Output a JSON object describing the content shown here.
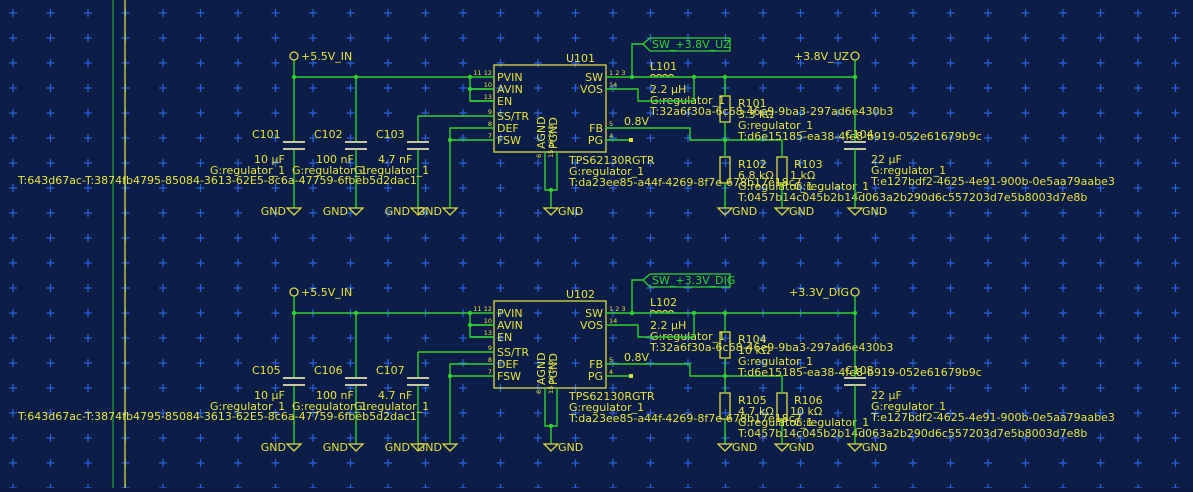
{
  "schematic": {
    "grid_color": "#2a5fd0",
    "background_color": "#0c1d48",
    "wire_color": "#2ed12e",
    "text_color": "#e6e63a",
    "blocks": [
      {
        "input_net": "+5.5V_IN",
        "output_net": "+3.8V_UZ",
        "sw_net_label": "SW_+3.8V_UZ",
        "fb_voltage": "0.8V",
        "ic": {
          "ref": "U101",
          "part": "TPS62130RGTR",
          "group": "G:regulator_1",
          "tag": "T:da23ee85-a44f-4269-8f7e-678b17e18c7",
          "left_pins": [
            {
              "num": "11 12",
              "name": "PVIN"
            },
            {
              "num": "10",
              "name": "AVIN"
            },
            {
              "num": "13",
              "name": "EN"
            },
            {
              "num": "9",
              "name": "SS/TR"
            },
            {
              "num": "8",
              "name": "DEF"
            },
            {
              "num": "7",
              "name": "FSW"
            }
          ],
          "right_pins": [
            {
              "num": "1 2 3",
              "name": "SW"
            },
            {
              "num": "14",
              "name": "VOS"
            },
            {
              "num": "5",
              "name": "FB"
            },
            {
              "num": "4",
              "name": "PG"
            }
          ],
          "bottom_pins": [
            {
              "num": "6",
              "name": "AGND"
            },
            {
              "num": "15 16 PAD",
              "name": "PGND"
            }
          ]
        },
        "inductor": {
          "ref": "L101",
          "value": "2.2 µH",
          "group": "G:regulator_1",
          "tag": "T:32a6f30a-6c68-46e9-9ba3-297ad6e430b3"
        },
        "input_caps": [
          {
            "ref": "C101",
            "value": "10 µF",
            "group": "G:regulator_1"
          },
          {
            "ref": "C102",
            "value": "100 nF",
            "group": "G:regulator_1"
          },
          {
            "ref": "C103",
            "value": "4.7 nF",
            "group": "G:regulator_1"
          }
        ],
        "input_caps_tag_overlap": "T:643d67ac-T:3874fb4795-85084-3613-62E5-8c6a-47759-6fbeb5d2dac1",
        "resistors": [
          {
            "ref": "R101",
            "value": "3.3 kΩ",
            "group": "G:regulator_1",
            "tag": "T:d6e15185-ea38-4fe8-b919-052e61679b9c"
          },
          {
            "ref": "R102",
            "value": "6.8 kΩ",
            "group": "G:regulator_1"
          },
          {
            "ref": "R103",
            "value": "1 kΩ",
            "group": "G:regulator_1"
          }
        ],
        "resistors_tag_overlap": "T:0457b14c045b2b14d063a2b290d6c557203d7e5b8003d7e8b",
        "output_cap": {
          "ref": "C104",
          "value": "22 µF",
          "group": "G:regulator_1",
          "tag": "T:e127bdf2-4625-4e91-900b-0e5aa79aabe3"
        },
        "gnd_label": "GND"
      },
      {
        "input_net": "+5.5V_IN",
        "output_net": "+3.3V_DIG",
        "sw_net_label": "SW_+3.3V_DIG",
        "fb_voltage": "0.8V",
        "ic": {
          "ref": "U102",
          "part": "TPS62130RGTR",
          "group": "G:regulator_1",
          "tag": "T:da23ee85-a44f-4269-8f7e-678b17e18c7",
          "left_pins": [
            {
              "num": "11 12",
              "name": "PVIN"
            },
            {
              "num": "10",
              "name": "AVIN"
            },
            {
              "num": "13",
              "name": "EN"
            },
            {
              "num": "9",
              "name": "SS/TR"
            },
            {
              "num": "8",
              "name": "DEF"
            },
            {
              "num": "7",
              "name": "FSW"
            }
          ],
          "right_pins": [
            {
              "num": "1 2 3",
              "name": "SW"
            },
            {
              "num": "14",
              "name": "VOS"
            },
            {
              "num": "5",
              "name": "FB"
            },
            {
              "num": "4",
              "name": "PG"
            }
          ],
          "bottom_pins": [
            {
              "num": "6",
              "name": "AGND"
            },
            {
              "num": "15 16 PAD",
              "name": "PGND"
            }
          ]
        },
        "inductor": {
          "ref": "L102",
          "value": "2.2 µH",
          "group": "G:regulator_1",
          "tag": "T:32a6f30a-6c68-46e9-9ba3-297ad6e430b3"
        },
        "input_caps": [
          {
            "ref": "C105",
            "value": "10 µF",
            "group": "G:regulator_1"
          },
          {
            "ref": "C106",
            "value": "100 nF",
            "group": "G:regulator_1"
          },
          {
            "ref": "C107",
            "value": "4.7 nF",
            "group": "G:regulator_1"
          }
        ],
        "input_caps_tag_overlap": "T:643d67ac-T:3874fb4795-85084-3613-62E5-8c6a-47759-6fbeb5d2dac1",
        "resistors": [
          {
            "ref": "R104",
            "value": "10 kΩ",
            "group": "G:regulator_1",
            "tag": "T:d6e15185-ea38-4fe8-b919-052e61679b9c"
          },
          {
            "ref": "R105",
            "value": "4.7 kΩ",
            "group": "G:regulator_1"
          },
          {
            "ref": "R106",
            "value": "10 kΩ",
            "group": "G:regulator_1"
          }
        ],
        "resistors_tag_overlap": "T:0457b14c045b2b14d063a2b290d6c557203d7e5b8003d7e8b",
        "output_cap": {
          "ref": "C108",
          "value": "22 µF",
          "group": "G:regulator_1",
          "tag": "T:e127bdf2-4625-4e91-900b-0e5aa79aabe3"
        },
        "gnd_label": "GND"
      }
    ]
  }
}
